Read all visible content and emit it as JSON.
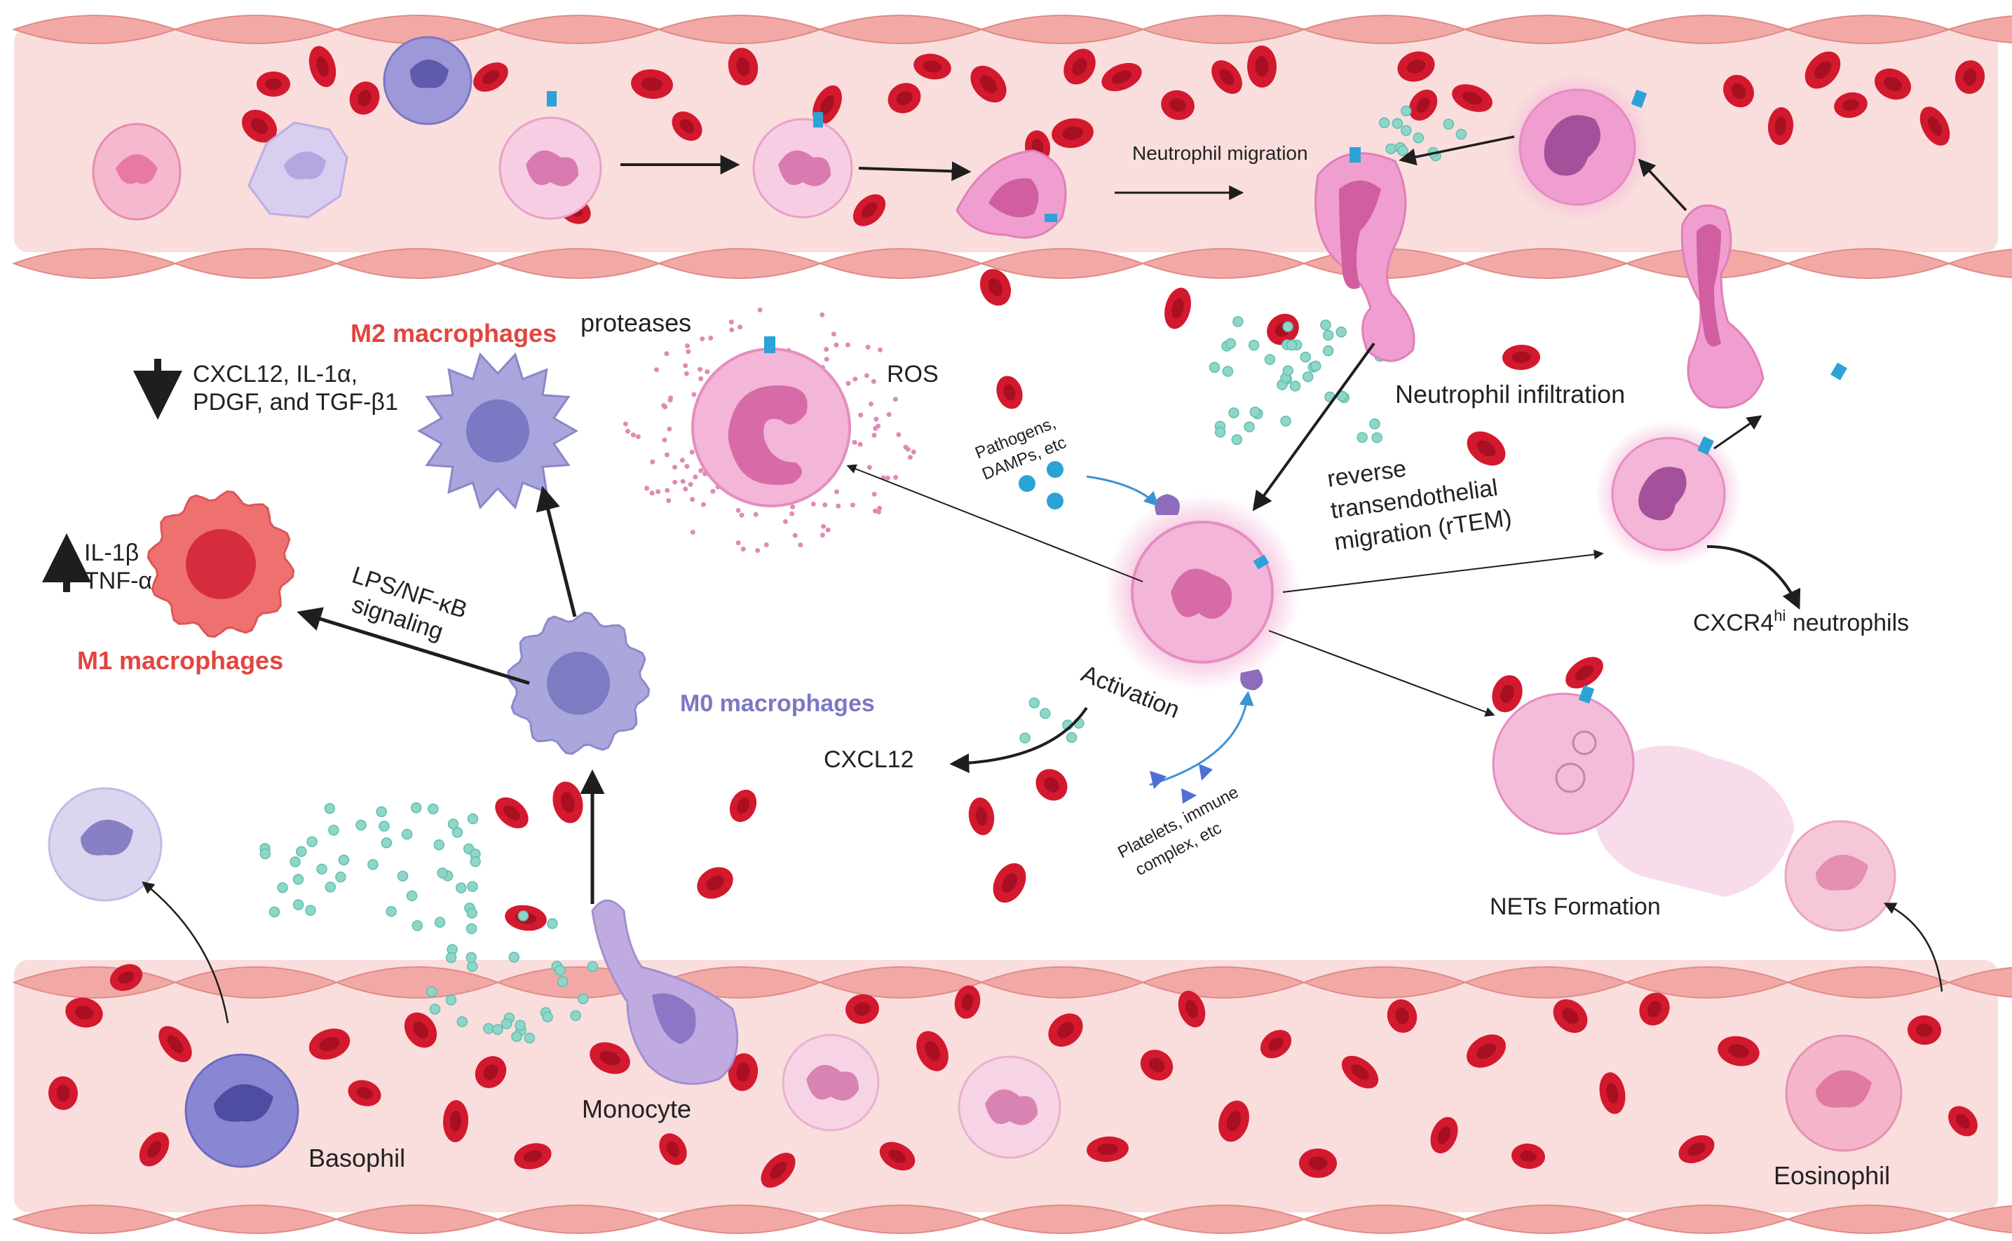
{
  "labels": {
    "neutrophil_migration": "Neutrophil migration",
    "neutrophil_infiltration": "Neutrophil infiltration",
    "m2_macrophages": "M2 macrophages",
    "proteases": "proteases",
    "ros": "ROS",
    "m2_factors_line1": "CXCL12, IL-1α,",
    "m2_factors_line2": "PDGF, and TGF-β1",
    "m1_factors_line1": "IL-1β",
    "m1_factors_line2": "TNF-α",
    "m1_macrophages": "M1 macrophages",
    "lps_line1": "LPS/NF-κB",
    "lps_line2": "signaling",
    "m0_macrophages": "M0 macrophages",
    "pathogens_line1": "Pathogens,",
    "pathogens_line2": "DAMPs, etc",
    "rtem_line1": "reverse",
    "rtem_line2": "transendothelial",
    "rtem_line3": "migration (rTEM)",
    "cxcr4_prefix": "CXCR4",
    "cxcr4_sup": "hi",
    "cxcr4_suffix": " neutrophils",
    "activation": "Activation",
    "cxcl12": "CXCL12",
    "platelets_line1": "Platelets, immune",
    "platelets_line2": "complex, etc",
    "nets_formation": "NETs Formation",
    "monocyte": "Monocyte",
    "basophil": "Basophil",
    "eosinophil": "Eosinophil"
  },
  "colors": {
    "vessel_lumen": "#f9dedd",
    "endothelium": "#f2a9a6",
    "endothelium_edge": "#e08a87",
    "rbc": "#d3192e",
    "rbc_center": "#a80f22",
    "neutrophil": "#f3b5d8",
    "neutrophil_nucleus": "#d870ad",
    "macrophage_m0": "#a9a7dc",
    "macrophage_nucleus": "#7d7bc2",
    "m1_cell": "#ee6f6f",
    "m1_label": "#e0463f",
    "m2_label": "#e0463f",
    "m0_label": "#7b78c4",
    "chemokine": "#8fd6c9",
    "receptor": "#2ba3d6",
    "arrow": "#1e1e1e"
  }
}
